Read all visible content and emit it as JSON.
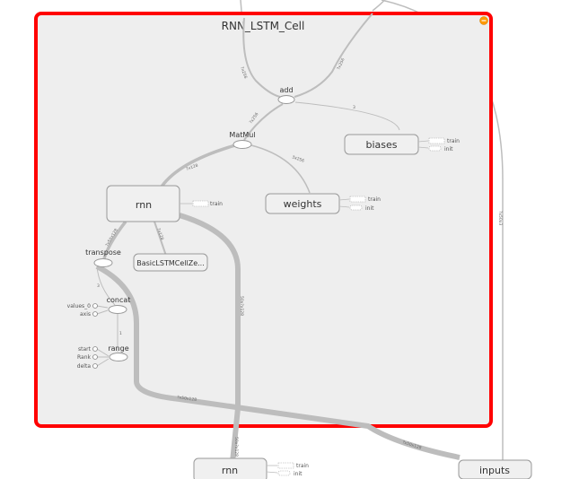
{
  "graph": {
    "group_title": "RNN_LSTM_Cell",
    "nodes": {
      "add": "add",
      "matmul": "MatMul",
      "biases": "biases",
      "weights": "weights",
      "rnn_inner": "rnn",
      "basic_lstm": "BasicLSTMCellZe...",
      "transpose": "transpose",
      "concat": "concat",
      "range": "range",
      "rnn_outer": "rnn",
      "inputs": "inputs"
    },
    "inputs": {
      "values_0": "values_0",
      "axis": "axis",
      "start": "start",
      "rank": "Rank",
      "delta": "delta"
    },
    "aux": {
      "train": "train",
      "init": "init"
    },
    "edge_labels": {
      "to_add_left": "?x256",
      "to_add_right": "?x256",
      "add_to_biases": "3",
      "matmul_to_add": "?x256",
      "weights_to_matmul": "3x256",
      "rnn_to_matmul": "?x128",
      "rnn_to_basic": "?x128",
      "transpose_out": "?x50x128",
      "concat_to_transpose": "3",
      "range_to_concat": "1",
      "rnn_long": "50x?x128",
      "bottom_long": "?x50x128",
      "inputs_edge": "?x50x128",
      "right_long": "?x50x3"
    },
    "colors": {
      "group_border": "#ff0000",
      "group_fill": "#eeeeee",
      "node_fill": "#f0f0f0",
      "edge": "#bdbdbd",
      "badge": "#ff9900"
    }
  }
}
